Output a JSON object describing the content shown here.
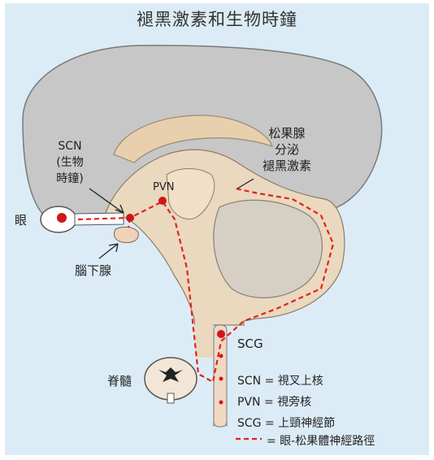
{
  "title": "褪黑激素和生物時鐘",
  "labels": {
    "scn": "SCN",
    "scn_desc": [
      "(生物",
      "時鐘)"
    ],
    "eye": "眼",
    "pvn": "PVN",
    "pituitary": "腦下腺",
    "pineal": [
      "松果腺",
      "分泌",
      "褪黑激素"
    ],
    "scg": "SCG",
    "spinal_cord": "脊髓"
  },
  "legend": [
    {
      "abbr": "SCN",
      "sep": "=",
      "text": "視叉上核"
    },
    {
      "abbr": "PVN",
      "sep": "=",
      "text": "視旁核"
    },
    {
      "abbr": "SCG",
      "sep": "=",
      "text": "上頸神經節"
    },
    {
      "abbr": "",
      "sep": "=",
      "text": "眼-松果體神經路徑"
    }
  ],
  "colors": {
    "brain_outer": "#c8c8c8",
    "brain_inner": "#e8cfae",
    "pathway": "#e2231a",
    "node": "#d0161b"
  }
}
